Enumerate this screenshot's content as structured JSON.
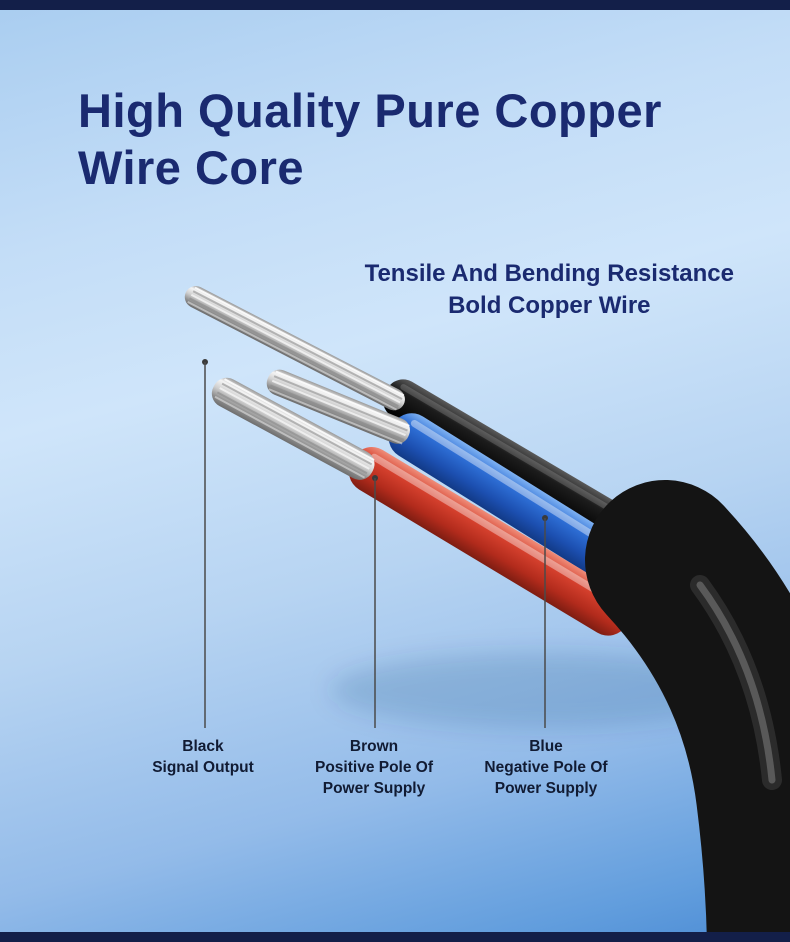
{
  "heading": {
    "line1": "High Quality Pure Copper",
    "line2": "Wire Core"
  },
  "subheading": {
    "line1": "Tensile And Bending Resistance",
    "line2": "Bold Copper Wire"
  },
  "annotations": {
    "black": {
      "title": "Black",
      "desc": "Signal Output"
    },
    "brown": {
      "title": "Brown",
      "desc1": "Positive Pole Of",
      "desc2": "Power Supply"
    },
    "blue": {
      "title": "Blue",
      "desc1": "Negative Pole Of",
      "desc2": "Power Supply"
    }
  },
  "colors": {
    "heading_navy": "#1a2a70",
    "label_text": "#111b33",
    "top_bar": "#131f49",
    "bottom_bar": "#131f49",
    "background_light": "#cfe5fa",
    "background_deep": "#4b8bd4",
    "jacket_black": "#141414",
    "wire_blue": "#2e6fd6",
    "wire_red": "#d6412e",
    "wire_black": "#1c1c1c",
    "strand_silver": "#d9d9d9"
  }
}
